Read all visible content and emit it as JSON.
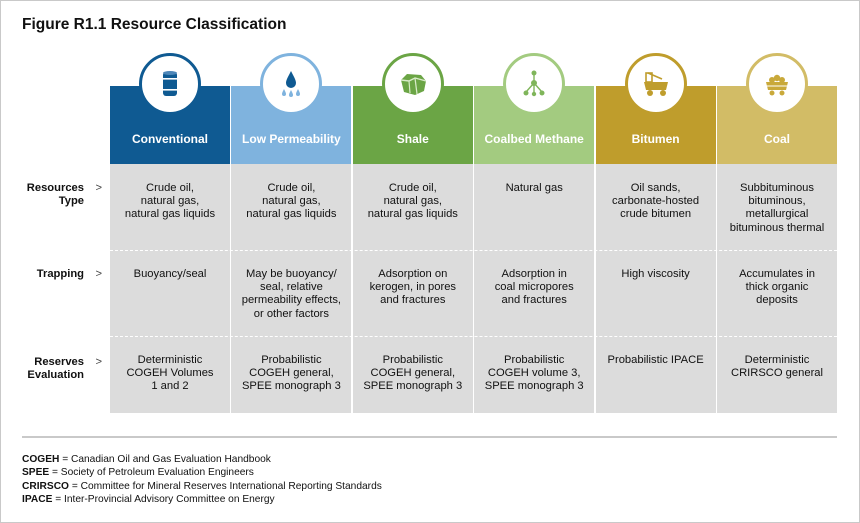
{
  "title": "Figure R1.1 Resource Classification",
  "row_labels": [
    {
      "line1": "Resources",
      "line2": "Type"
    },
    {
      "line1": "Trapping",
      "line2": ""
    },
    {
      "line1": "Reserves",
      "line2": "Evaluation"
    }
  ],
  "chevron": ">",
  "columns": [
    {
      "name": "Conventional",
      "icon": "oil-barrel-icon",
      "color": "#0f5a92",
      "resources": "Crude oil,\nnatural gas,\nnatural gas liquids",
      "trapping": "Buoyancy/seal",
      "evaluation": "Deterministic\nCOGEH Volumes\n1 and 2"
    },
    {
      "name": "Low Permeability",
      "icon": "water-drops-icon",
      "color": "#7fb3de",
      "resources": "Crude oil,\nnatural gas,\nnatural gas liquids",
      "trapping": "May be buoyancy/\nseal, relative\npermeability effects,\nor other factors",
      "evaluation": "Probabilistic\nCOGEH general,\nSPEE monograph 3"
    },
    {
      "name": "Shale",
      "icon": "rock-icon",
      "color": "#6ba545",
      "resources": "Crude oil,\nnatural gas,\nnatural gas liquids",
      "trapping": "Adsorption on\nkerogen, in pores\nand fractures",
      "evaluation": "Probabilistic\nCOGEH general,\nSPEE monograph 3"
    },
    {
      "name": "Coalbed Methane",
      "icon": "molecule-icon",
      "color": "#a3cb80",
      "resources": "Natural gas",
      "trapping": "Adsorption in\ncoal micropores\nand fractures",
      "evaluation": "Probabilistic\nCOGEH volume 3,\nSPEE monograph 3"
    },
    {
      "name": "Bitumen",
      "icon": "mining-truck-icon",
      "color": "#bf9d2c",
      "resources": "Oil sands,\ncarbonate-hosted\ncrude bitumen",
      "trapping": "High viscosity",
      "evaluation": "Probabilistic IPACE"
    },
    {
      "name": "Coal",
      "icon": "coal-cart-icon",
      "color": "#d2bc66",
      "resources": "Subbituminous\nbituminous,\nmetallurgical\nbituminous thermal",
      "trapping": "Accumulates in\nthick organic\ndeposits",
      "evaluation": "Deterministic\nCRIRSCO general"
    }
  ],
  "legend": [
    {
      "abbr": "COGEH",
      "text": " = Canadian Oil and Gas Evaluation Handbook"
    },
    {
      "abbr": "SPEE",
      "text": " = Society of Petroleum Evaluation Engineers"
    },
    {
      "abbr": "CRIRSCO",
      "text": " = Committee for Mineral Reserves International Reporting Standards"
    },
    {
      "abbr": "IPACE",
      "text": " = Inter-Provincial Advisory Committee on Energy"
    }
  ]
}
